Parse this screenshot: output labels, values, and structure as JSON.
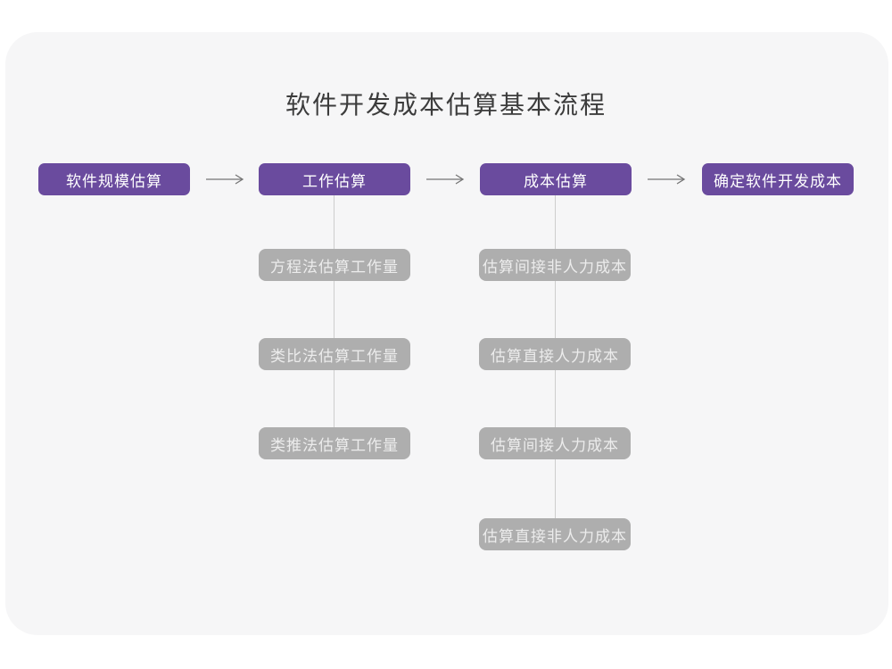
{
  "title": "软件开发成本估算基本流程",
  "colors": {
    "page_bg": "#ffffff",
    "card_bg": "#f6f6f7",
    "title_text": "#3c3c3c",
    "primary": "#6a4b9e",
    "primary_text": "#ffffff",
    "secondary": "#aeaeae",
    "secondary_text": "#ececec",
    "connector": "#cdcdcd",
    "arrow": "#757575"
  },
  "flow": {
    "main_nodes": [
      {
        "label": "软件规模估算"
      },
      {
        "label": "工作估算"
      },
      {
        "label": "成本估算"
      },
      {
        "label": "确定软件开发成本"
      }
    ],
    "work_estimation_methods": [
      {
        "label": "方程法估算工作量"
      },
      {
        "label": "类比法估算工作量"
      },
      {
        "label": "类推法估算工作量"
      }
    ],
    "cost_estimation_steps": [
      {
        "label": "估算间接非人力成本"
      },
      {
        "label": "估算直接人力成本"
      },
      {
        "label": "估算间接人力成本"
      },
      {
        "label": "估算直接非人力成本"
      }
    ]
  }
}
